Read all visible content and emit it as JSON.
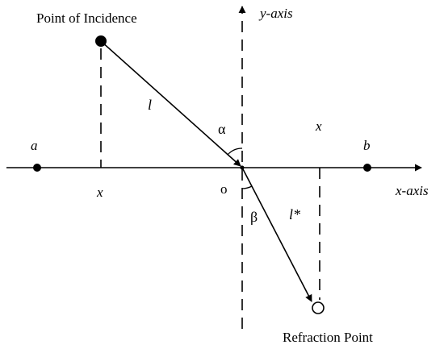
{
  "labels": {
    "point_of_incidence": "Point of Incidence",
    "refraction_point": "Refraction Point",
    "y_axis": "y-axis",
    "x_axis": "x-axis",
    "origin": "o",
    "point_a": "a",
    "point_b": "b",
    "x_left": "x",
    "x_right": "x",
    "incident_path": "l",
    "refracted_path": "l*",
    "alpha": "α",
    "beta": "β"
  },
  "colors": {
    "stroke": "#000000",
    "background": "#ffffff"
  }
}
